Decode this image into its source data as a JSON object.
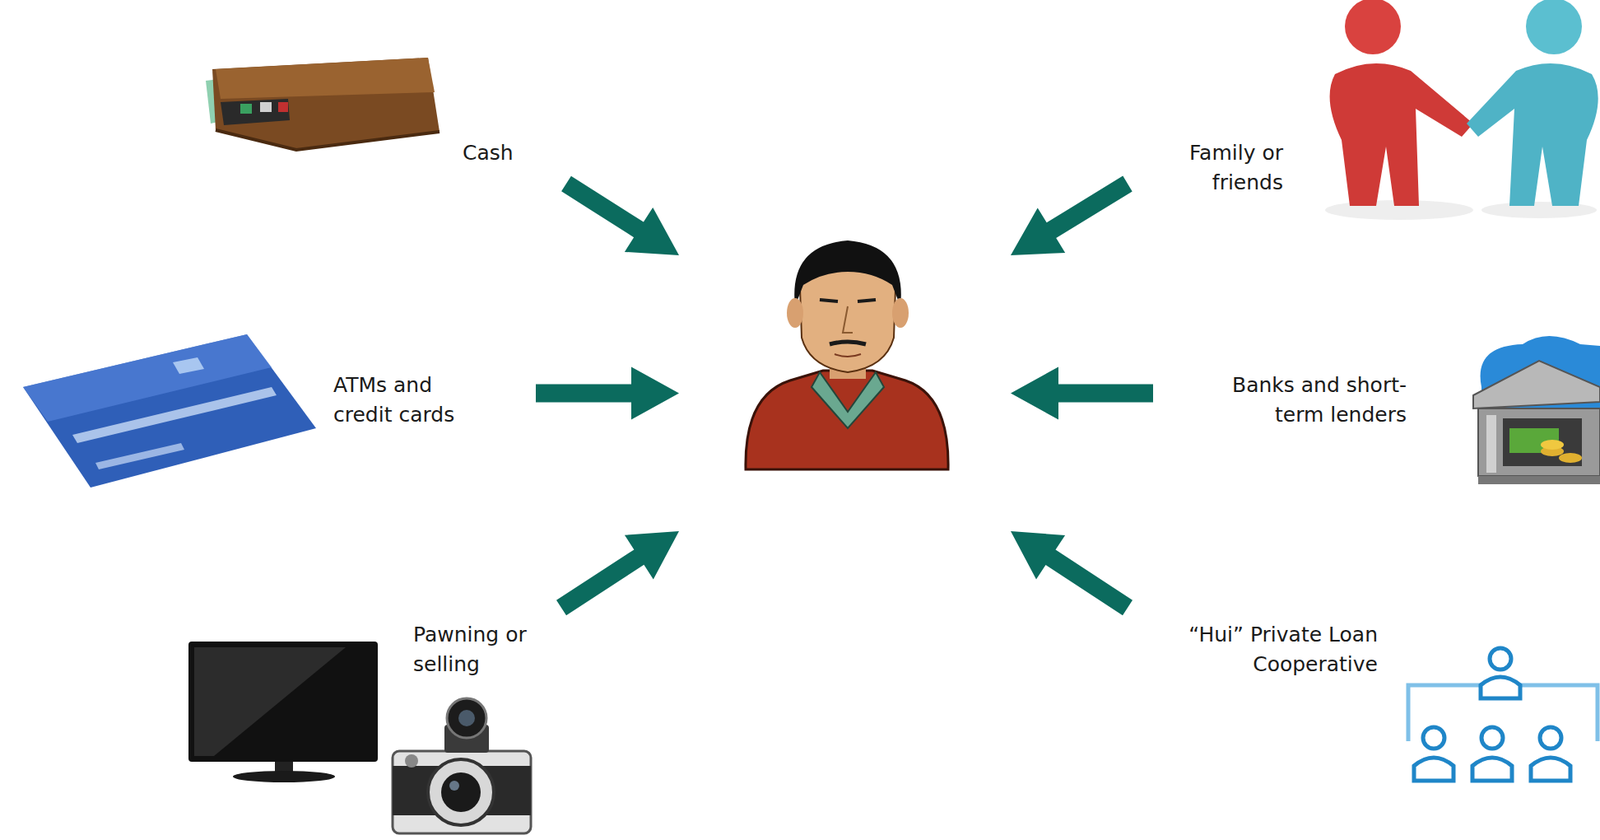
{
  "diagram": {
    "nodes": [
      {
        "text": [
          "Cash"
        ]
      },
      {
        "text": [
          "Family or friends"
        ]
      },
      {
        "text": [
          "ATMs and credit cards"
        ]
      },
      {
        "text": []
      },
      {
        "text": [
          "Banks and short-term lenders"
        ]
      },
      {
        "text": [
          "Pawning or selling"
        ]
      },
      {
        "text": [
          "“Hui” Private Loan Cooperative"
        ]
      }
    ],
    "edges": [
      {
        "from": 0,
        "to": 3,
        "arrow": "to"
      },
      {
        "from": 1,
        "to": 3,
        "arrow": "to"
      },
      {
        "from": 2,
        "to": 3,
        "arrow": "to"
      },
      {
        "from": 4,
        "to": 3,
        "arrow": "to"
      },
      {
        "from": 5,
        "to": 3,
        "arrow": "to"
      },
      {
        "from": 6,
        "to": 3,
        "arrow": "to"
      }
    ]
  }
}
